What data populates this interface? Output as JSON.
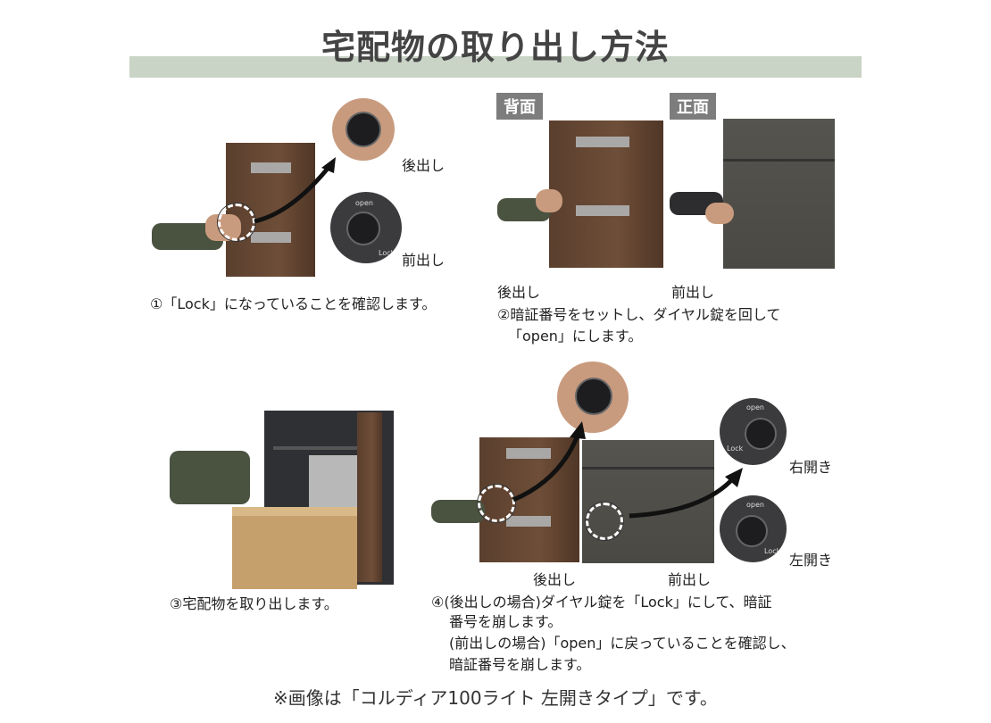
{
  "title": "宅配物の取り出し方法",
  "step1": {
    "text": "①「Lock」になっていることを確認します。",
    "label_rear": "後出し",
    "label_front": "前出し",
    "dial_open": "open",
    "dial_lock": "Lock"
  },
  "step2": {
    "tag_back": "背面",
    "tag_front": "正面",
    "label_rear": "後出し",
    "label_front": "前出し",
    "text_line1": "②暗証番号をセットし、ダイヤル錠を回して",
    "text_line2": "「open」にします。"
  },
  "step3": {
    "text": "③宅配物を取り出します。"
  },
  "step4": {
    "label_rear": "後出し",
    "label_front": "前出し",
    "label_right": "右開き",
    "label_left": "左開き",
    "dial_open": "open",
    "dial_lock": "Lock",
    "text_line1": "④(後出しの場合)ダイヤル錠を「Lock」にして、暗証",
    "text_line2": "番号を崩します。",
    "text_line3": "(前出しの場合)「open」に戻っていることを確認し、",
    "text_line4": "暗証番号を崩します。"
  },
  "footnote": "※画像は「コルディア100ライト 左開きタイプ」です。",
  "colors": {
    "title_bar": "#c9d3c6",
    "brown": "#5a3f2e",
    "grey": "#4a4944"
  }
}
